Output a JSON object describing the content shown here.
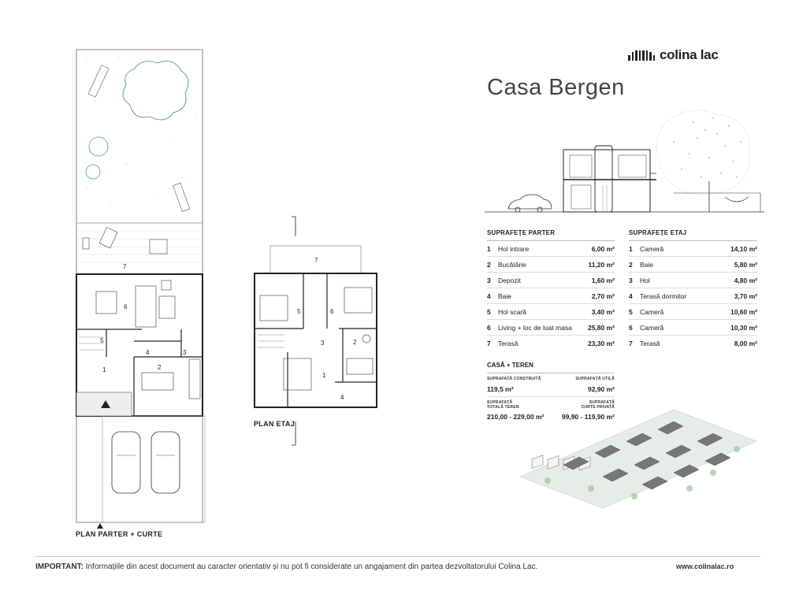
{
  "brand": {
    "name": "colina lac"
  },
  "title": "Casa Bergen",
  "plans": {
    "ground_label": "PLAN PARTER + CURTE",
    "upper_label": "PLAN ETAJ",
    "ground_room_numbers": [
      "1",
      "2",
      "3",
      "4",
      "5",
      "6",
      "7"
    ],
    "upper_room_numbers": [
      "1",
      "2",
      "3",
      "4",
      "5",
      "6",
      "7"
    ]
  },
  "parter": {
    "title": "SUPRAFEȚE PARTER",
    "rows": [
      {
        "n": "1",
        "name": "Hol intrare",
        "val": "6,00 m²"
      },
      {
        "n": "2",
        "name": "Bucătărie",
        "val": "11,20 m²"
      },
      {
        "n": "3",
        "name": "Depozit",
        "val": "1,60 m²"
      },
      {
        "n": "4",
        "name": "Baie",
        "val": "2,70 m²"
      },
      {
        "n": "5",
        "name": "Hol scară",
        "val": "3,40 m²"
      },
      {
        "n": "6",
        "name": "Living + loc de luat masa",
        "val": "25,80 m²"
      },
      {
        "n": "7",
        "name": "Terasă",
        "val": "23,30 m²"
      }
    ]
  },
  "etaj": {
    "title": "SUPRAFEȚE ETAJ",
    "rows": [
      {
        "n": "1",
        "name": "Cameră",
        "val": "14,10 m²"
      },
      {
        "n": "2",
        "name": "Baie",
        "val": "5,80 m²"
      },
      {
        "n": "3",
        "name": "Hol",
        "val": "4,80 m²"
      },
      {
        "n": "4",
        "name": "Terasă dormitor",
        "val": "3,70 m²"
      },
      {
        "n": "5",
        "name": "Cameră",
        "val": "10,60 m²"
      },
      {
        "n": "6",
        "name": "Cameră",
        "val": "10,30 m²"
      },
      {
        "n": "7",
        "name": "Terasă",
        "val": "8,00 m²"
      }
    ]
  },
  "casa_teren": {
    "title": "CASĂ + TEREN",
    "built_label": "SUPRAFAȚĂ CONSTRUITĂ",
    "built_val": "119,5 m²",
    "useful_label": "SUPRAFAȚĂ UTILĂ",
    "useful_val": "92,90 m²",
    "land_label_1": "SUPRAFAȚĂ",
    "land_label_2": "TOTALĂ TEREN",
    "land_val": "210,00 - 229,00 m²",
    "yard_label_1": "SUPRAFAȚĂ",
    "yard_label_2": "CURTE PRIVATĂ",
    "yard_val": "99,90 - 119,90 m²"
  },
  "footer": {
    "important_label": "IMPORTANT:",
    "important_text": " Informațiile din acest document au caracter orientativ și nu pot fi considerate un angajament din partea dezvoltatorului Colina Lac.",
    "website": "www.colinalac.ro"
  },
  "colors": {
    "text": "#222222",
    "line": "#bbbbbb",
    "tree": "#4a9a9a",
    "wall": "#cccccc"
  }
}
